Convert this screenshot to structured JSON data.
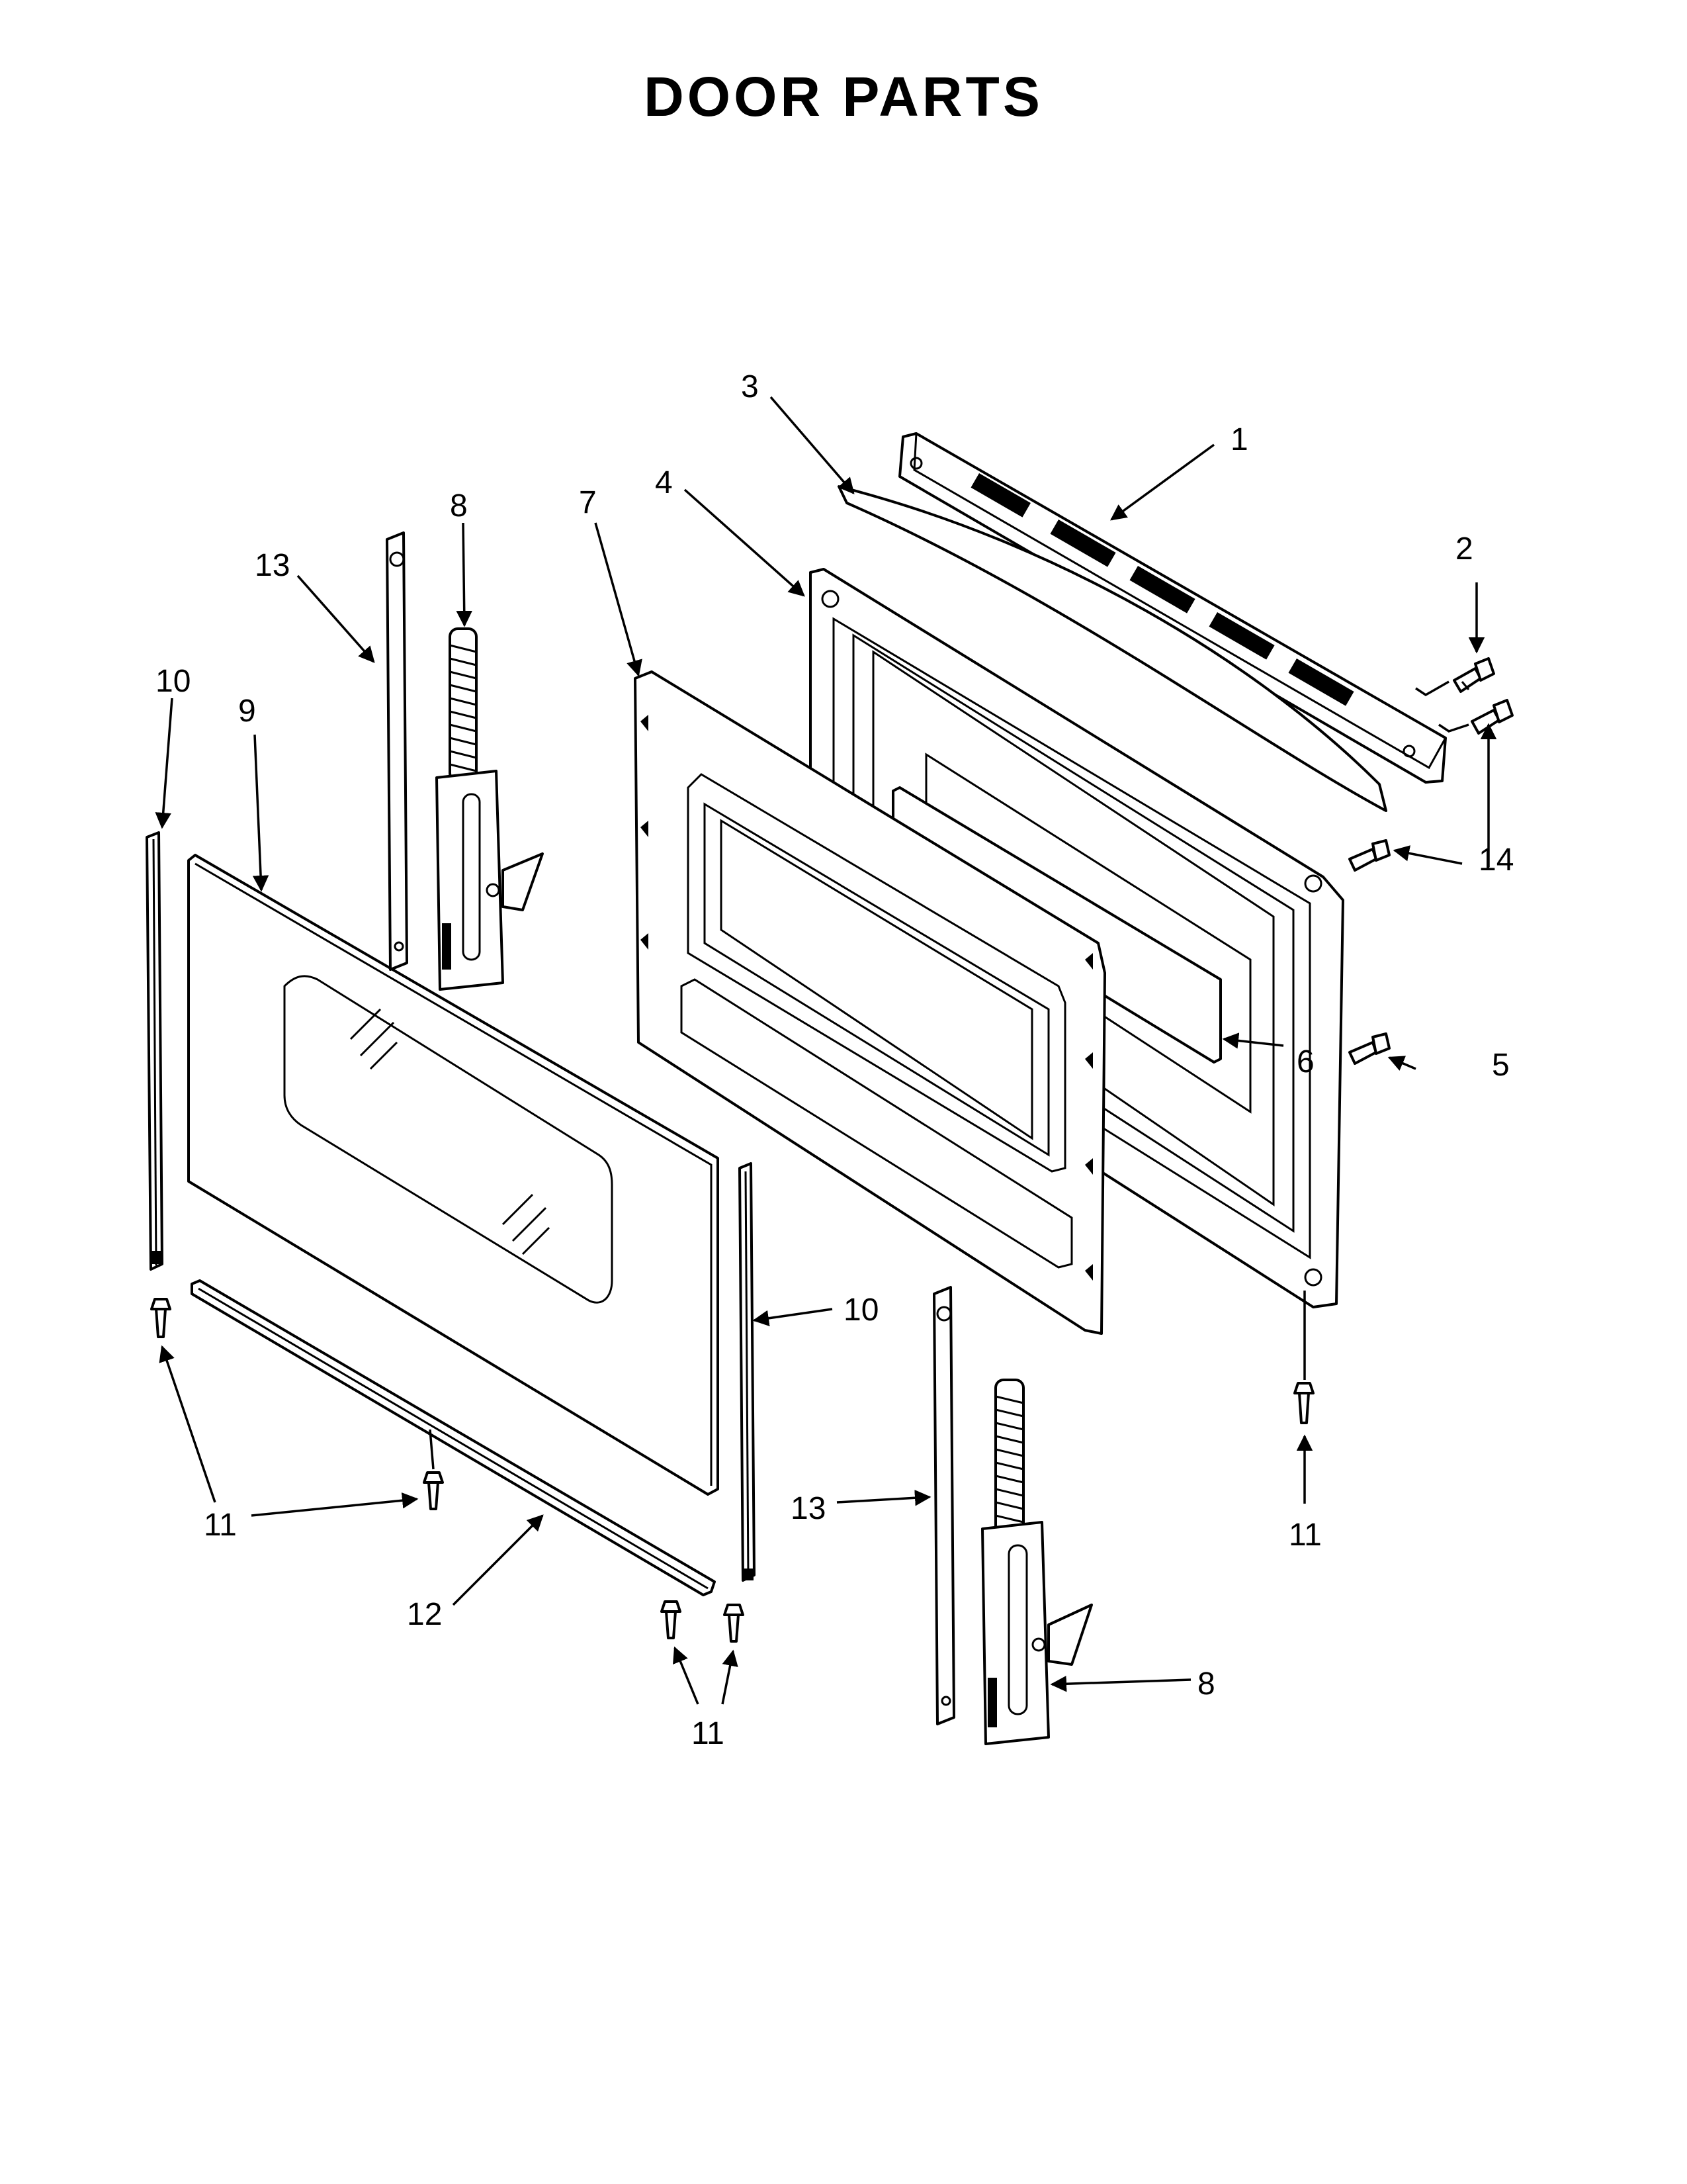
{
  "title": "DOOR PARTS",
  "callouts": {
    "c1": "1",
    "c2": "2",
    "c3": "3",
    "c4": "4",
    "c5": "5",
    "c6": "6",
    "c7": "7",
    "c8a": "8",
    "c8b": "8",
    "c9": "9",
    "c10a": "10",
    "c10b": "10",
    "c11a": "11",
    "c11b": "11",
    "c11c": "11",
    "c12": "12",
    "c13a": "13",
    "c13b": "13",
    "c14": "14"
  }
}
